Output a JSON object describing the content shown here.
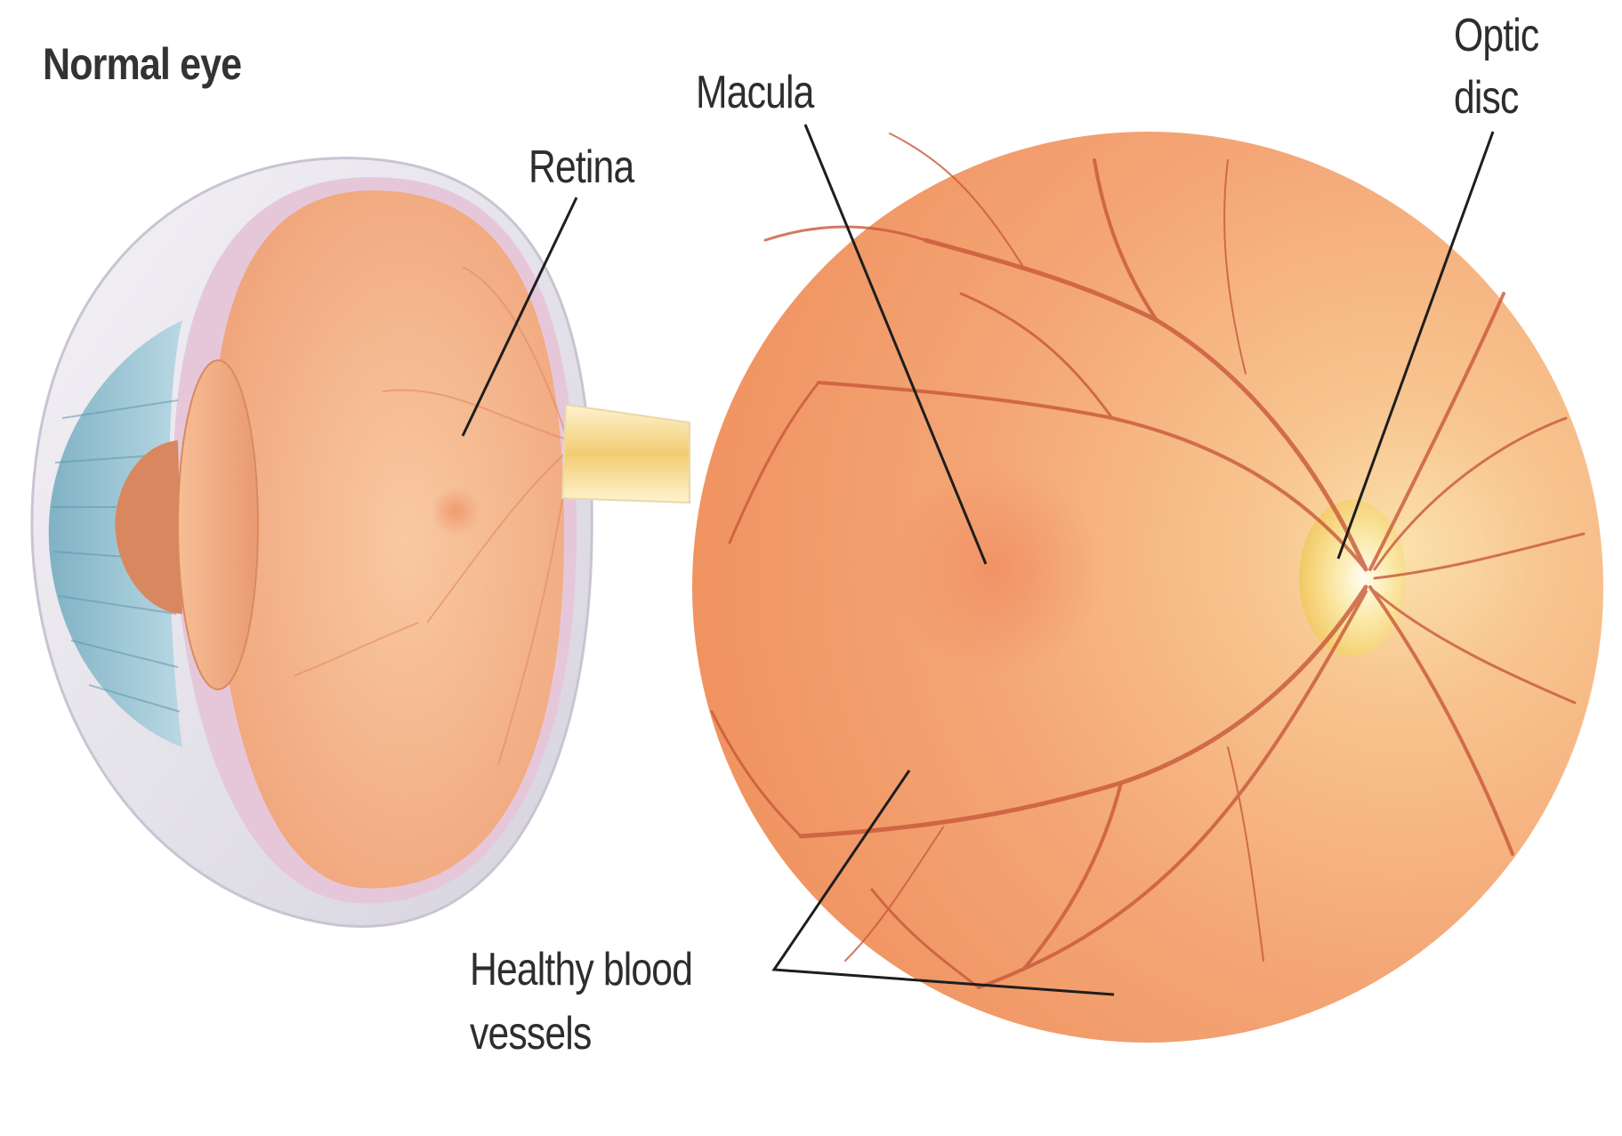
{
  "diagram": {
    "title": "Normal eye",
    "labels": {
      "retina": "Retina",
      "macula": "Macula",
      "optic_disc_line1": "Optic",
      "optic_disc_line2": "disc",
      "vessels_line1": "Healthy blood",
      "vessels_line2": "vessels"
    }
  },
  "colors": {
    "background": "#ffffff",
    "fundus": "#f39a68",
    "fundus_light": "#f7c48e",
    "optic_disc": "#f6d879",
    "vessels": "#c8583a",
    "retina_inner": "#f5b186",
    "sclera": "#e6e3ea",
    "iris": "#9cc4d2",
    "label_text": "#2d2d2d",
    "leader_lines": "#1e1e1e"
  }
}
